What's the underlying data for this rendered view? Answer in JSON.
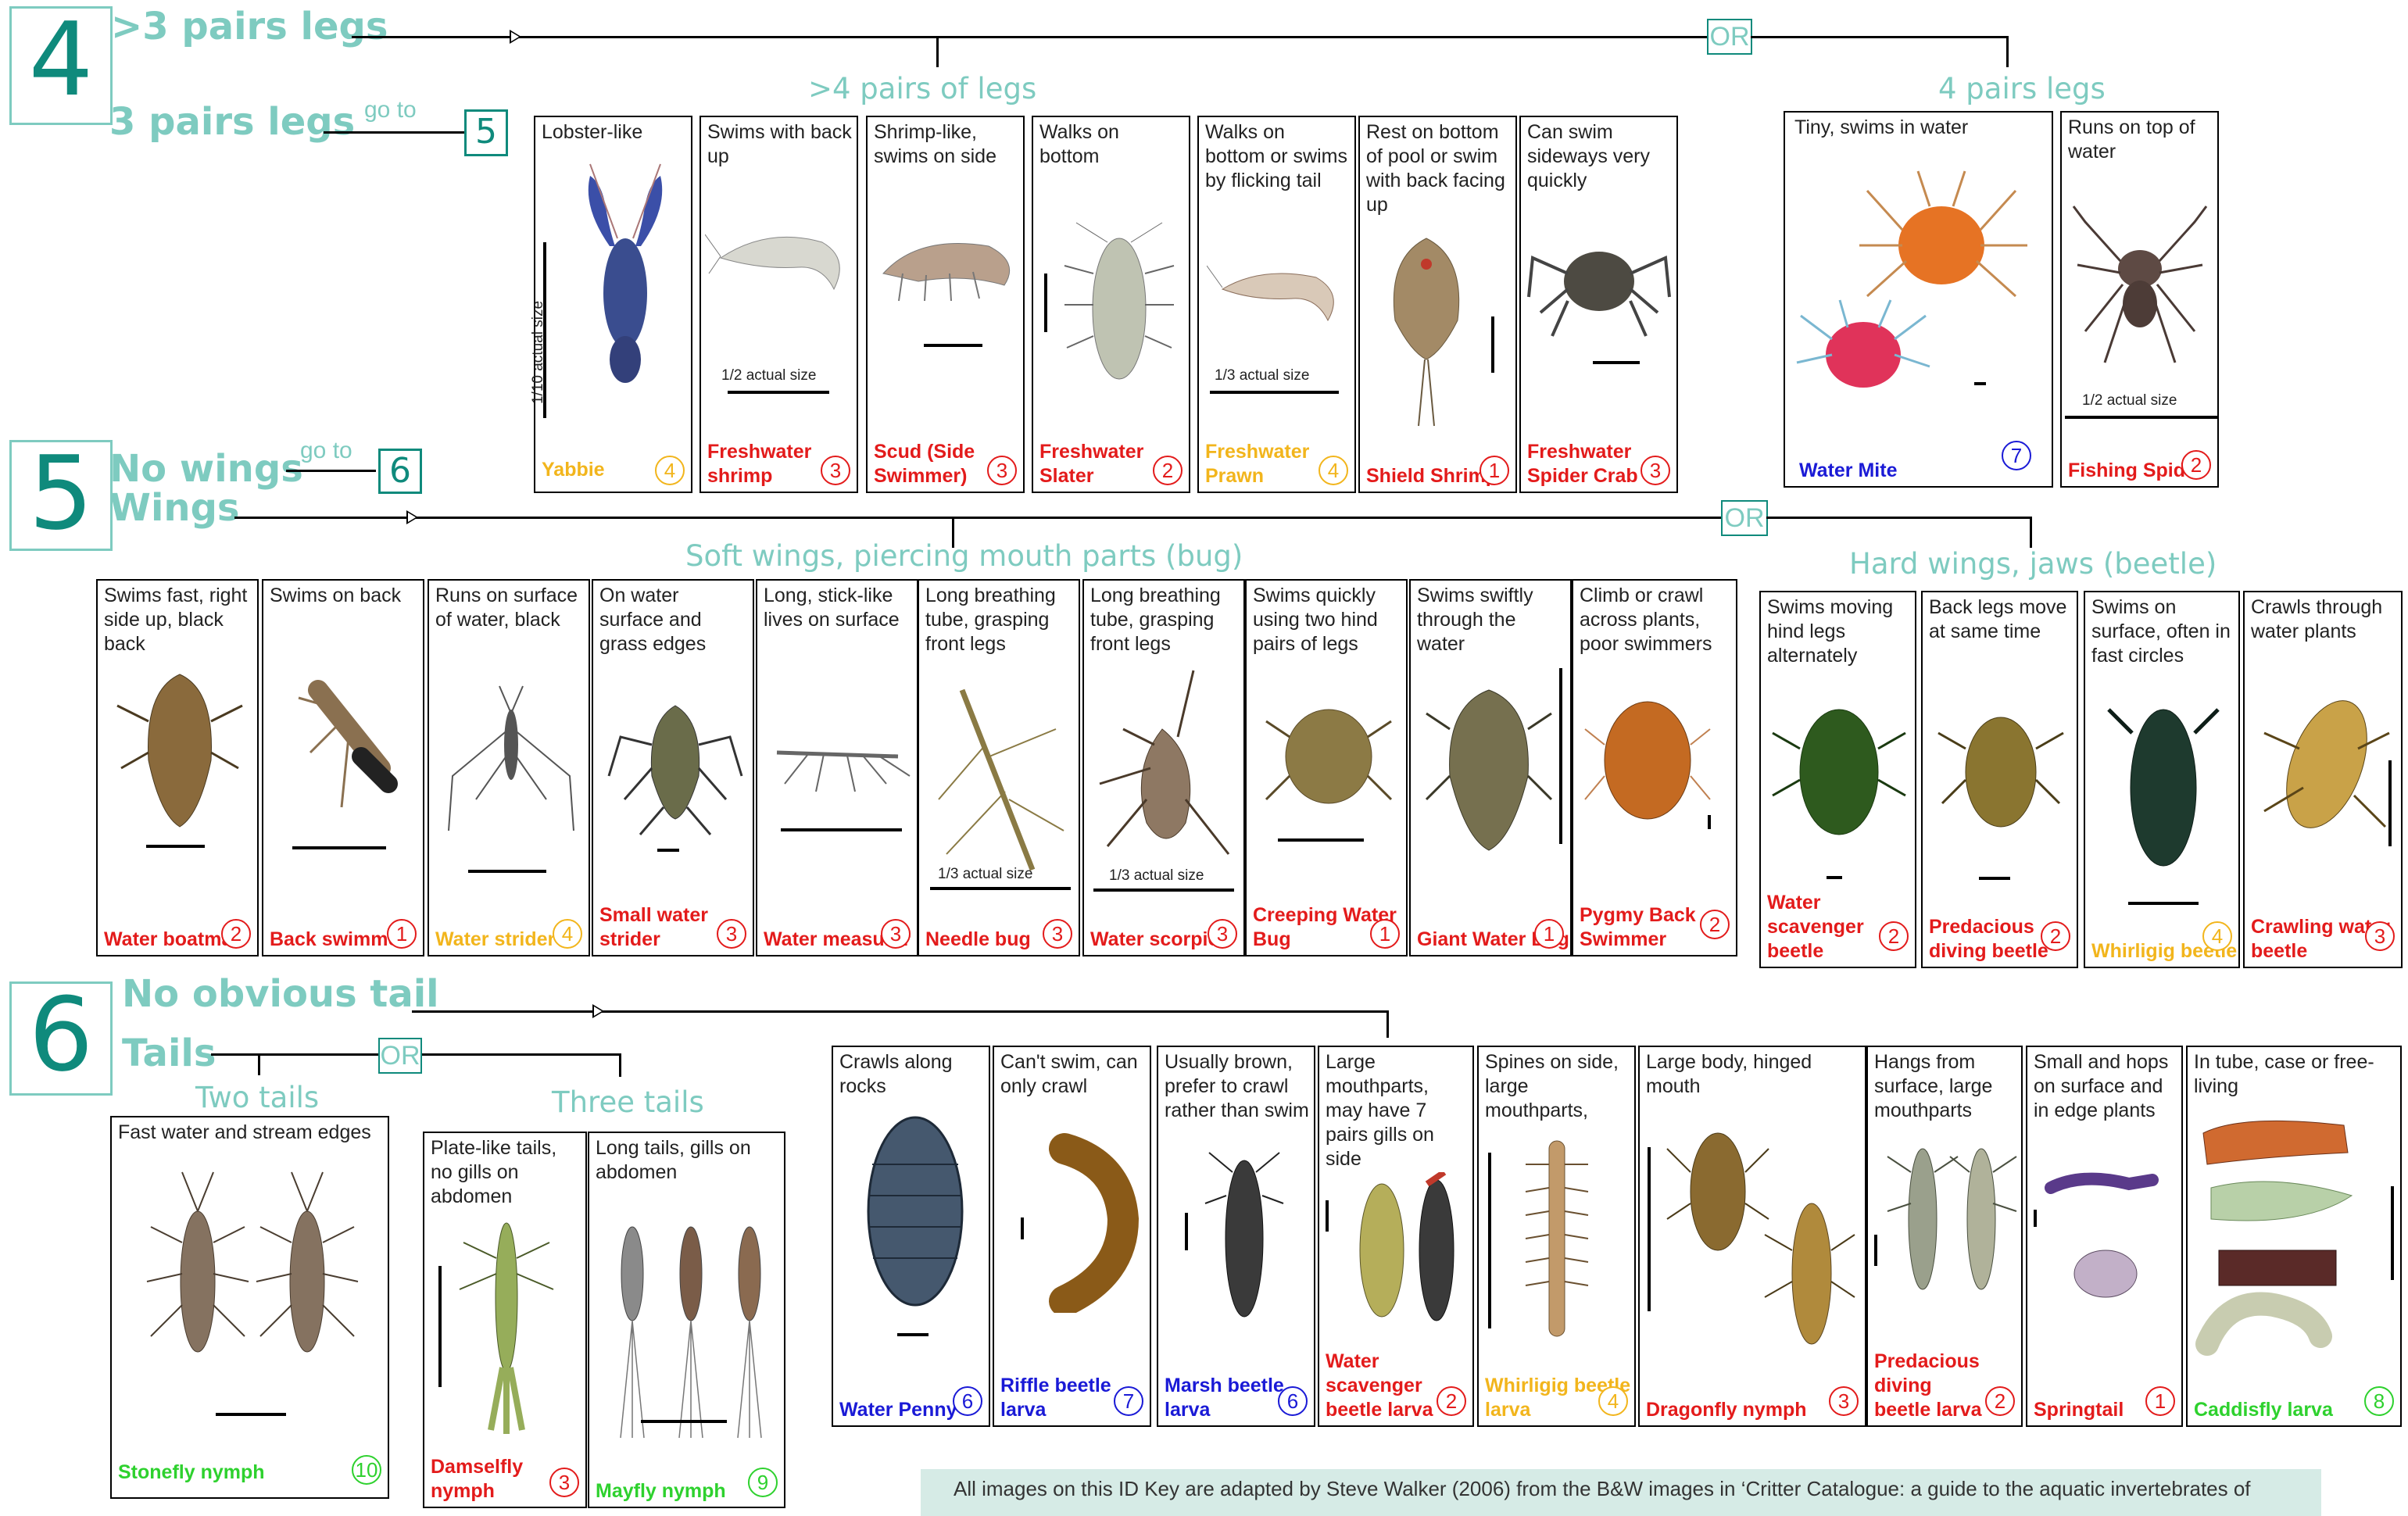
{
  "section4": {
    "number": "4",
    "more_than_3": ">3 pairs legs",
    "three_pairs": "3 pairs legs",
    "goto": "go  to",
    "goto_target": "5",
    "or": "OR",
    "branch_more4": ">4 pairs of legs",
    "branch_4pairs": "4 pairs legs",
    "cards": [
      {
        "desc": "Lobster-like",
        "name": "Yabbie",
        "color": "yellow",
        "score": "4",
        "scale": "1/10 actual size"
      },
      {
        "desc": "Swims with back up",
        "name": "Freshwater shrimp",
        "color": "red",
        "score": "3",
        "scale": "1/2 actual size"
      },
      {
        "desc": "Shrimp-like, swims on side",
        "name": "Scud (Side Swimmer)",
        "color": "red",
        "score": "3"
      },
      {
        "desc": "Walks on bottom",
        "name": "Freshwater Slater",
        "color": "red",
        "score": "2"
      },
      {
        "desc": "Walks on bottom or swims by flicking tail",
        "name": "Freshwater Prawn",
        "color": "yellow",
        "score": "4",
        "scale": "1/3 actual size"
      },
      {
        "desc": "Rest on bottom of pool or swim with back facing up",
        "name": "Shield Shrimp",
        "color": "red",
        "score": "1"
      },
      {
        "desc": "Can swim sideways very quickly",
        "name": "Freshwater Spider Crab",
        "color": "red",
        "score": "3"
      },
      {
        "desc": "Tiny, swims in water",
        "name": "Water Mite",
        "color": "blue",
        "score": "7"
      },
      {
        "desc": "Runs on top of water",
        "name": "Fishing Spider",
        "color": "red",
        "score": "2",
        "scale": "1/2 actual size"
      }
    ]
  },
  "section5": {
    "number": "5",
    "no_wings": "No wings",
    "wings": "Wings",
    "goto": "go  to",
    "goto_target": "6",
    "or": "OR",
    "branch_bug": "Soft wings, piercing mouth parts (bug)",
    "branch_beetle": "Hard wings, jaws (beetle)",
    "cards": [
      {
        "desc": "Swims fast, right side up, black back",
        "name": "Water boatman",
        "color": "red",
        "score": "2"
      },
      {
        "desc": "Swims on back",
        "name": "Back swimmer",
        "color": "red",
        "score": "1"
      },
      {
        "desc": "Runs on surface of water, black",
        "name": "Water strider",
        "color": "yellow",
        "score": "4"
      },
      {
        "desc": "On water surface and grass edges",
        "name": "Small water strider",
        "color": "red",
        "score": "3"
      },
      {
        "desc": "Long, stick-like lives on surface",
        "name": "Water measurer",
        "color": "red",
        "score": "3"
      },
      {
        "desc": "Long breathing tube, grasping front legs",
        "name": "Needle bug",
        "color": "red",
        "score": "3",
        "scale": "1/3 actual size"
      },
      {
        "desc": "Long breathing tube, grasping front legs",
        "name": "Water scorpion",
        "color": "red",
        "score": "3",
        "scale": "1/3 actual size"
      },
      {
        "desc": "Swims quickly using two hind pairs of legs",
        "name": "Creeping Water Bug",
        "color": "red",
        "score": "1"
      },
      {
        "desc": "Swims swiftly through the water",
        "name": "Giant Water Bug",
        "color": "red",
        "score": "1"
      },
      {
        "desc": "Climb or crawl across plants, poor swimmers",
        "name": "Pygmy Back Swimmer",
        "color": "red",
        "score": "2"
      },
      {
        "desc": "Swims moving hind legs alternately",
        "name": "Water scavenger beetle",
        "color": "red",
        "score": "2"
      },
      {
        "desc": "Back legs move at same time",
        "name": "Predacious diving beetle",
        "color": "red",
        "score": "2"
      },
      {
        "desc": "Swims on surface, often in fast circles",
        "name": "Whirligig beetle",
        "color": "yellow",
        "score": "4"
      },
      {
        "desc": "Crawls through water plants",
        "name": "Crawling water beetle",
        "color": "red",
        "score": "3"
      }
    ]
  },
  "section6": {
    "number": "6",
    "no_tail": "No obvious tail",
    "tails": "Tails",
    "or": "OR",
    "two_tails": "Two tails",
    "three_tails": "Three tails",
    "cards": [
      {
        "desc": "Fast water and stream edges",
        "name": "Stonefly nymph",
        "color": "green",
        "score": "10"
      },
      {
        "desc": "Plate-like tails, no gills on abdomen",
        "name": "Damselfly nymph",
        "color": "red",
        "score": "3"
      },
      {
        "desc": "Long tails, gills on abdomen",
        "name": "Mayfly nymph",
        "color": "green",
        "score": "9"
      },
      {
        "desc": "Crawls along rocks",
        "name": "Water Penny",
        "color": "blue",
        "score": "6"
      },
      {
        "desc": "Can't swim, can only crawl",
        "name": "Riffle beetle larva",
        "color": "blue",
        "score": "7"
      },
      {
        "desc": "Usually brown, prefer to crawl rather than swim",
        "name": "Marsh beetle larva",
        "color": "blue",
        "score": "6"
      },
      {
        "desc": "Large mouthparts, may have 7 pairs gills on side",
        "name": "Water scavenger beetle larva",
        "color": "red",
        "score": "2"
      },
      {
        "desc": "Spines on side, large mouthparts,",
        "name": "Whirligig beetle larva",
        "color": "yellow",
        "score": "4"
      },
      {
        "desc": "Large body, hinged mouth",
        "name": "Dragonfly nymph",
        "color": "red",
        "score": "3"
      },
      {
        "desc": "Hangs from surface, large mouthparts",
        "name": "Predacious diving beetle larva",
        "color": "red",
        "score": "2"
      },
      {
        "desc": "Small and hops on surface and in edge plants",
        "name": "Springtail",
        "color": "red",
        "score": "1"
      },
      {
        "desc": "In tube, case or free-living",
        "name": "Caddisfly larva",
        "color": "green",
        "score": "8"
      }
    ]
  },
  "footer": "All images on this ID Key are adapted by Steve Walker (2006) from the B&W images in ‘Critter Catalogue: a guide to the aquatic invertebrates of"
}
